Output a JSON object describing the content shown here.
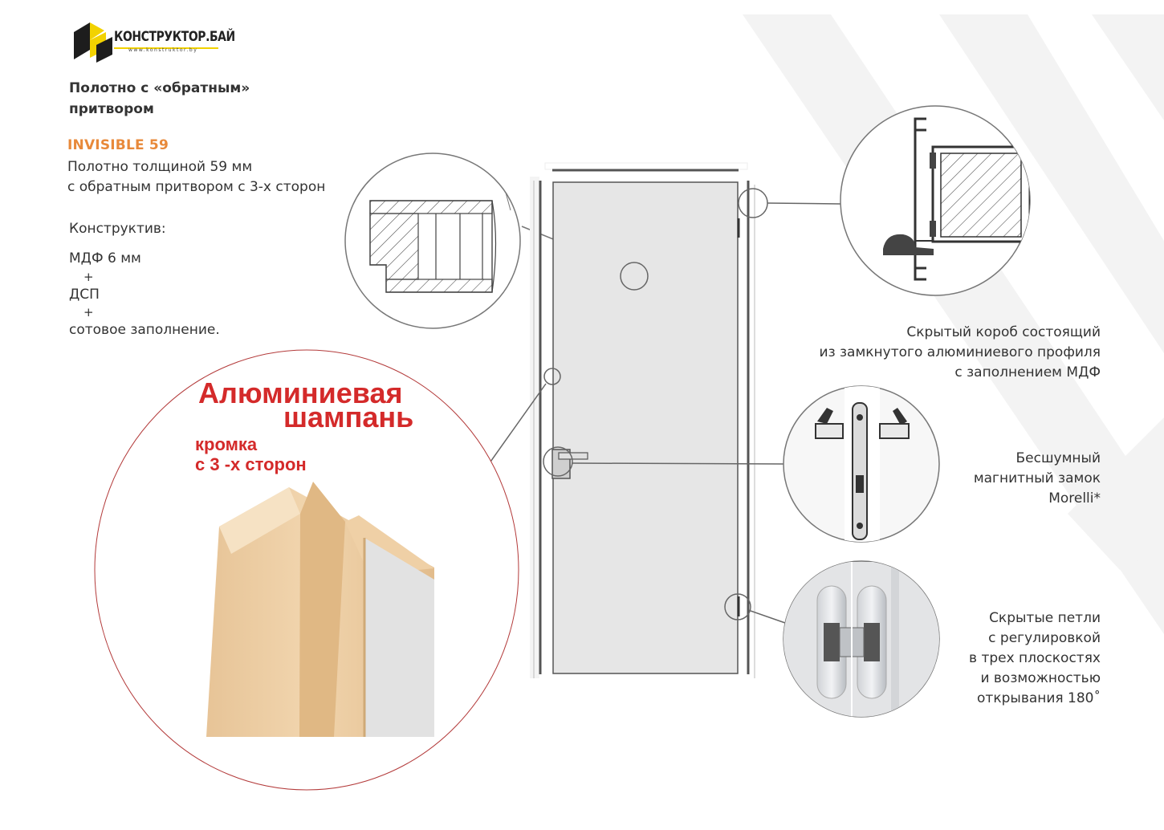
{
  "logo": {
    "brand": "КОНСТРУКТОР.БАЙ",
    "site": "www.konstruktor.by"
  },
  "heading": {
    "line1": "Полотно с «обратным»",
    "line2": "притвором"
  },
  "model": {
    "name": "INVISIBLE 59",
    "line1": "Полотно толщиной 59 мм",
    "line2": "с обратным притвором с 3-х сторон"
  },
  "construction": {
    "title": "Конструктив:",
    "layer1": "МДФ 6 мм",
    "plus1": "+",
    "layer2": "ДСП",
    "plus2": "+",
    "layer3": "сотовое заполнение."
  },
  "edge": {
    "title1": "Алюминиевая",
    "title2": "шампань",
    "sub1": "кромка",
    "sub2": "с 3 -х сторон"
  },
  "callouts": {
    "box": {
      "line1": "Скрытый короб состоящий",
      "line2": "из замкнутого алюминиевого профиля",
      "line3": "с заполнением МДФ"
    },
    "lock": {
      "line1": "Бесшумный",
      "line2": "магнитный замок",
      "line3": "Morelli*"
    },
    "hinges": {
      "line1": "Скрытые петли",
      "line2": "с регулировкой",
      "line3": "в трех плоскостях",
      "line4": "и возможностью",
      "line5": "открывания 180˚"
    }
  },
  "colors": {
    "accent_orange": "#e8893a",
    "accent_red": "#d42a2a",
    "edge_champagne": "#e8c79b",
    "logo_yellow": "#f2d200"
  }
}
